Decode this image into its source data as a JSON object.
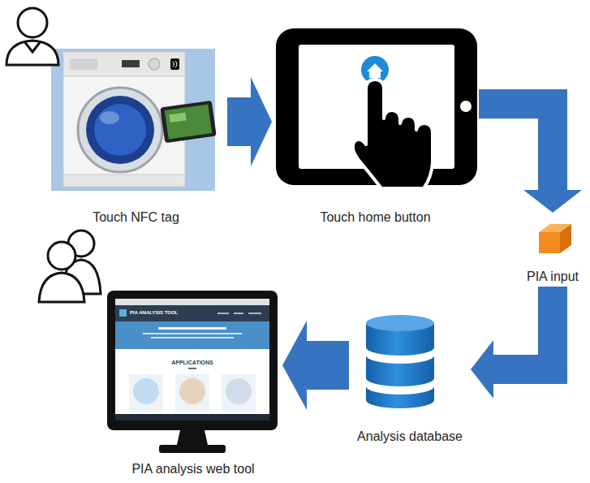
{
  "diagram": {
    "nodes": [
      {
        "text": [
          "Touch NFC tag"
        ]
      },
      {
        "text": [
          "Touch home button"
        ]
      },
      {
        "text": [
          "PIA input"
        ]
      },
      {
        "text": [
          "Analysis database"
        ]
      },
      {
        "text": [
          "PIA analysis web tool"
        ]
      }
    ],
    "edges": [
      {
        "from": 0,
        "to": 1,
        "arrow": "to"
      },
      {
        "from": 1,
        "to": 2,
        "arrow": "to"
      },
      {
        "from": 2,
        "to": 3,
        "arrow": "to"
      },
      {
        "from": 3,
        "to": 4,
        "arrow": "to"
      }
    ],
    "labels": [
      "PIA ANALYSIS TOOL",
      "APPLICATIONS"
    ]
  }
}
